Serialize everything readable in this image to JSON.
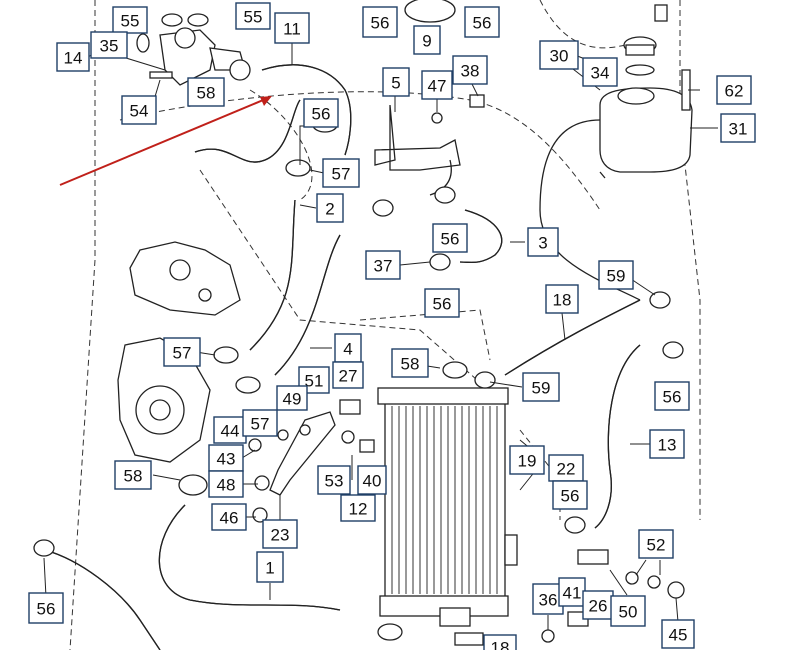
{
  "diagram": {
    "callouts": [
      {
        "id": "c55a",
        "label": "55"
      },
      {
        "id": "c55b",
        "label": "55"
      },
      {
        "id": "c56a",
        "label": "56"
      },
      {
        "id": "c56b",
        "label": "56"
      },
      {
        "id": "c9",
        "label": "9"
      },
      {
        "id": "c14",
        "label": "14"
      },
      {
        "id": "c35",
        "label": "35"
      },
      {
        "id": "c11",
        "label": "11"
      },
      {
        "id": "c30",
        "label": "30"
      },
      {
        "id": "c34",
        "label": "34"
      },
      {
        "id": "c62",
        "label": "62"
      },
      {
        "id": "c31",
        "label": "31"
      },
      {
        "id": "c54",
        "label": "54"
      },
      {
        "id": "c58a",
        "label": "58"
      },
      {
        "id": "c5",
        "label": "5"
      },
      {
        "id": "c47",
        "label": "47"
      },
      {
        "id": "c38",
        "label": "38"
      },
      {
        "id": "c56c",
        "label": "56"
      },
      {
        "id": "c57a",
        "label": "57"
      },
      {
        "id": "c2",
        "label": "2"
      },
      {
        "id": "c37",
        "label": "37"
      },
      {
        "id": "c56d",
        "label": "56"
      },
      {
        "id": "c3",
        "label": "3"
      },
      {
        "id": "c56e",
        "label": "56"
      },
      {
        "id": "c59a",
        "label": "59"
      },
      {
        "id": "c18",
        "label": "18"
      },
      {
        "id": "c57b",
        "label": "57"
      },
      {
        "id": "c4",
        "label": "4"
      },
      {
        "id": "c58b",
        "label": "58"
      },
      {
        "id": "c59b",
        "label": "59"
      },
      {
        "id": "c56f",
        "label": "56"
      },
      {
        "id": "c51",
        "label": "51"
      },
      {
        "id": "c27",
        "label": "27"
      },
      {
        "id": "c49",
        "label": "49"
      },
      {
        "id": "c44",
        "label": "44"
      },
      {
        "id": "c57c",
        "label": "57"
      },
      {
        "id": "c13",
        "label": "13"
      },
      {
        "id": "c43",
        "label": "43"
      },
      {
        "id": "c19",
        "label": "19"
      },
      {
        "id": "c22",
        "label": "22"
      },
      {
        "id": "c58c",
        "label": "58"
      },
      {
        "id": "c53",
        "label": "53"
      },
      {
        "id": "c40",
        "label": "40"
      },
      {
        "id": "c48",
        "label": "48"
      },
      {
        "id": "c12",
        "label": "12"
      },
      {
        "id": "c56g",
        "label": "56"
      },
      {
        "id": "c46",
        "label": "46"
      },
      {
        "id": "c23",
        "label": "23"
      },
      {
        "id": "c52",
        "label": "52"
      },
      {
        "id": "c1",
        "label": "1"
      },
      {
        "id": "c56h",
        "label": "56"
      },
      {
        "id": "c36",
        "label": "36"
      },
      {
        "id": "c41",
        "label": "41"
      },
      {
        "id": "c26",
        "label": "26"
      },
      {
        "id": "c50",
        "label": "50"
      },
      {
        "id": "c45",
        "label": "45"
      },
      {
        "id": "c18b",
        "label": "18"
      }
    ],
    "colors": {
      "callout_border": "#1f3f66",
      "pointer_arrow": "#c0201a",
      "line": "#222222"
    }
  }
}
